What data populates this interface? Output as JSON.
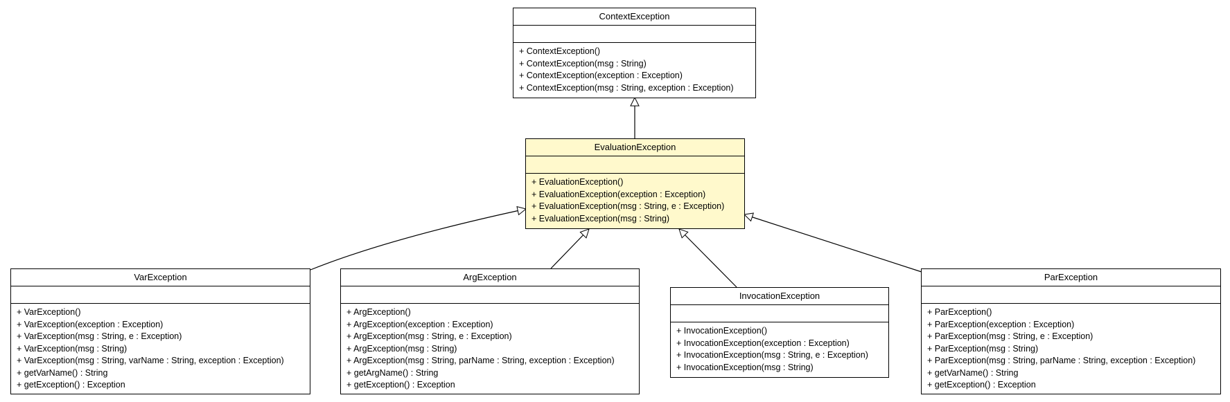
{
  "classes": {
    "context": {
      "name": "ContextException",
      "operations": [
        "+ ContextException()",
        "+ ContextException(msg : String)",
        "+ ContextException(exception : Exception)",
        "+ ContextException(msg : String, exception : Exception)"
      ]
    },
    "evaluation": {
      "name": "EvaluationException",
      "operations": [
        "+ EvaluationException()",
        "+ EvaluationException(exception : Exception)",
        "+ EvaluationException(msg : String, e : Exception)",
        "+ EvaluationException(msg : String)"
      ]
    },
    "var": {
      "name": "VarException",
      "operations": [
        "+ VarException()",
        "+ VarException(exception : Exception)",
        "+ VarException(msg : String, e : Exception)",
        "+ VarException(msg : String)",
        "+ VarException(msg : String, varName : String, exception : Exception)",
        "+ getVarName() : String",
        "+ getException() : Exception"
      ]
    },
    "arg": {
      "name": "ArgException",
      "operations": [
        "+ ArgException()",
        "+ ArgException(exception : Exception)",
        "+ ArgException(msg : String, e : Exception)",
        "+ ArgException(msg : String)",
        "+ ArgException(msg : String, parName : String, exception : Exception)",
        "+ getArgName() : String",
        "+ getException() : Exception"
      ]
    },
    "invocation": {
      "name": "InvocationException",
      "operations": [
        "+ InvocationException()",
        "+ InvocationException(exception : Exception)",
        "+ InvocationException(msg : String, e : Exception)",
        "+ InvocationException(msg : String)"
      ]
    },
    "par": {
      "name": "ParException",
      "operations": [
        "+ ParException()",
        "+ ParException(exception : Exception)",
        "+ ParException(msg : String, e : Exception)",
        "+ ParException(msg : String)",
        "+ ParException(msg : String, parName : String, exception : Exception)",
        "+ getVarName() : String",
        "+ getException() : Exception"
      ]
    }
  },
  "colors": {
    "focus_fill": "#fff9cc",
    "line": "#000000",
    "fill": "#ffffff"
  },
  "relations": [
    {
      "type": "generalization",
      "from": "evaluation",
      "to": "context"
    },
    {
      "type": "generalization",
      "from": "var",
      "to": "evaluation"
    },
    {
      "type": "generalization",
      "from": "arg",
      "to": "evaluation"
    },
    {
      "type": "generalization",
      "from": "invocation",
      "to": "evaluation"
    },
    {
      "type": "generalization",
      "from": "par",
      "to": "evaluation"
    }
  ]
}
